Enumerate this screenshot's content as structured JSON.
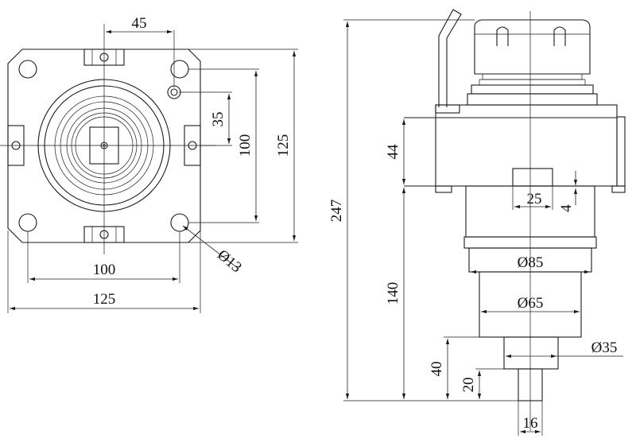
{
  "front_view": {
    "dim_top_offset": "45",
    "dim_small": "35",
    "dim_hole_spacing_v": "100",
    "dim_flange_v": "125",
    "dim_hole_spacing_h": "100",
    "dim_flange_h": "125",
    "dim_hole_dia": "Ø13"
  },
  "side_view": {
    "dim_total_height": "247",
    "dim_flange_thickness": "44",
    "dim_lower_body": "140",
    "dim_key_width": "25",
    "dim_key_depth": "4",
    "dim_dia_85": "Ø85",
    "dim_dia_65": "Ø65",
    "dim_dia_35": "Ø35",
    "dim_shaft_40": "40",
    "dim_shaft_20": "20",
    "dim_shaft_width": "16"
  },
  "colors": {
    "line": "#1a1a1a",
    "background": "#ffffff"
  }
}
